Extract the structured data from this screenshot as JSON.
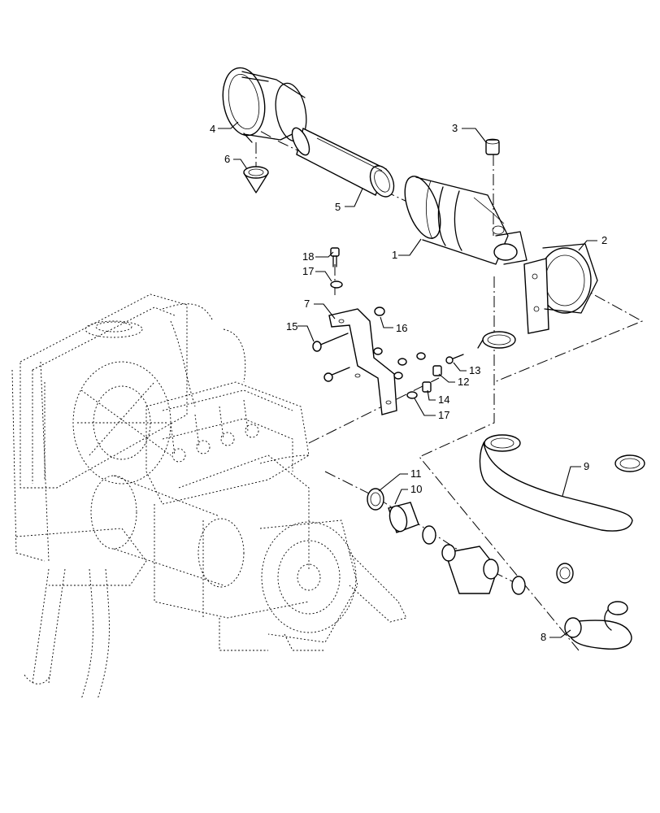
{
  "callouts": [
    {
      "id": "c1",
      "text": "1"
    },
    {
      "id": "c2",
      "text": "2"
    },
    {
      "id": "c3",
      "text": "3"
    },
    {
      "id": "c4",
      "text": "4"
    },
    {
      "id": "c5",
      "text": "5"
    },
    {
      "id": "c6",
      "text": "6"
    },
    {
      "id": "c7",
      "text": "7"
    },
    {
      "id": "c8",
      "text": "8"
    },
    {
      "id": "c9",
      "text": "9"
    },
    {
      "id": "c10",
      "text": "10"
    },
    {
      "id": "c11",
      "text": "11"
    },
    {
      "id": "c12",
      "text": "12"
    },
    {
      "id": "c13",
      "text": "13"
    },
    {
      "id": "c14",
      "text": "14"
    },
    {
      "id": "c15",
      "text": "15"
    },
    {
      "id": "c16",
      "text": "16"
    },
    {
      "id": "c17a",
      "text": "17"
    },
    {
      "id": "c17b",
      "text": "17"
    },
    {
      "id": "c18",
      "text": "18"
    }
  ]
}
